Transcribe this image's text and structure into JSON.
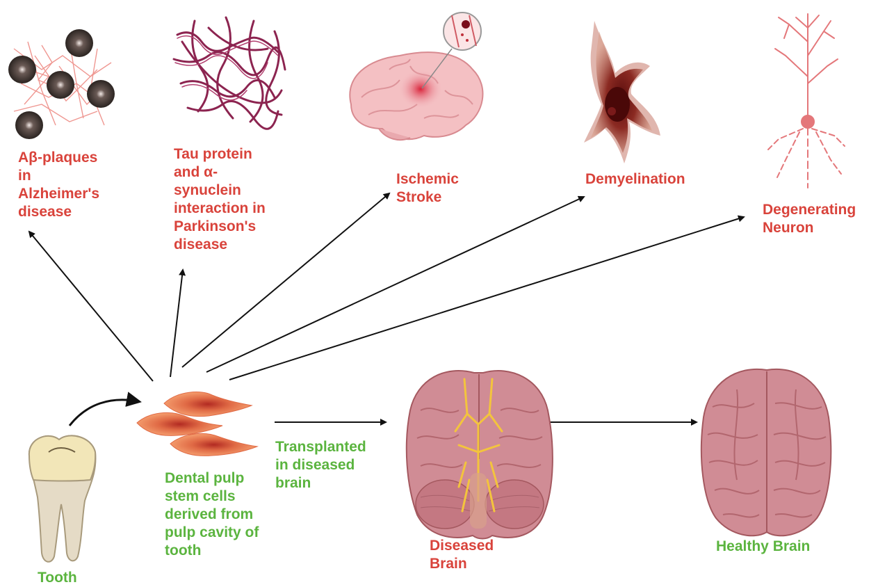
{
  "colors": {
    "disease_label": "#d9433b",
    "process_label": "#5bb43f",
    "arrow": "#111111",
    "brain_tissue": "#c9828c",
    "cell": "#ef8a5d",
    "nerve": "#f3c43d",
    "tooth": "#efe2b8"
  },
  "labels": {
    "alzheimers": "Aβ-plaques\nin\nAlzheimer's\ndisease",
    "parkinsons": "Tau protein\nand α-\nsynuclein\ninteraction in\nParkinson's\ndisease",
    "stroke": "Ischemic\nStroke",
    "demyelination": "Demyelination",
    "neuron": "Degenerating\nNeuron",
    "tooth": "Tooth",
    "dpsc": "Dental pulp\nstem cells\nderived from\npulp cavity of\ntooth",
    "transplant": "Transplanted\nin diseased\nbrain",
    "diseased_brain": "Diseased\nBrain",
    "healthy_brain": "Healthy Brain"
  },
  "icons": [
    "amyloid-plaque-icon",
    "protein-tangle-icon",
    "stroke-brain-icon",
    "demyelinated-cell-icon",
    "degenerating-neuron-icon",
    "tooth-icon",
    "stem-cells-icon",
    "diseased-brain-icon",
    "healthy-brain-icon"
  ]
}
